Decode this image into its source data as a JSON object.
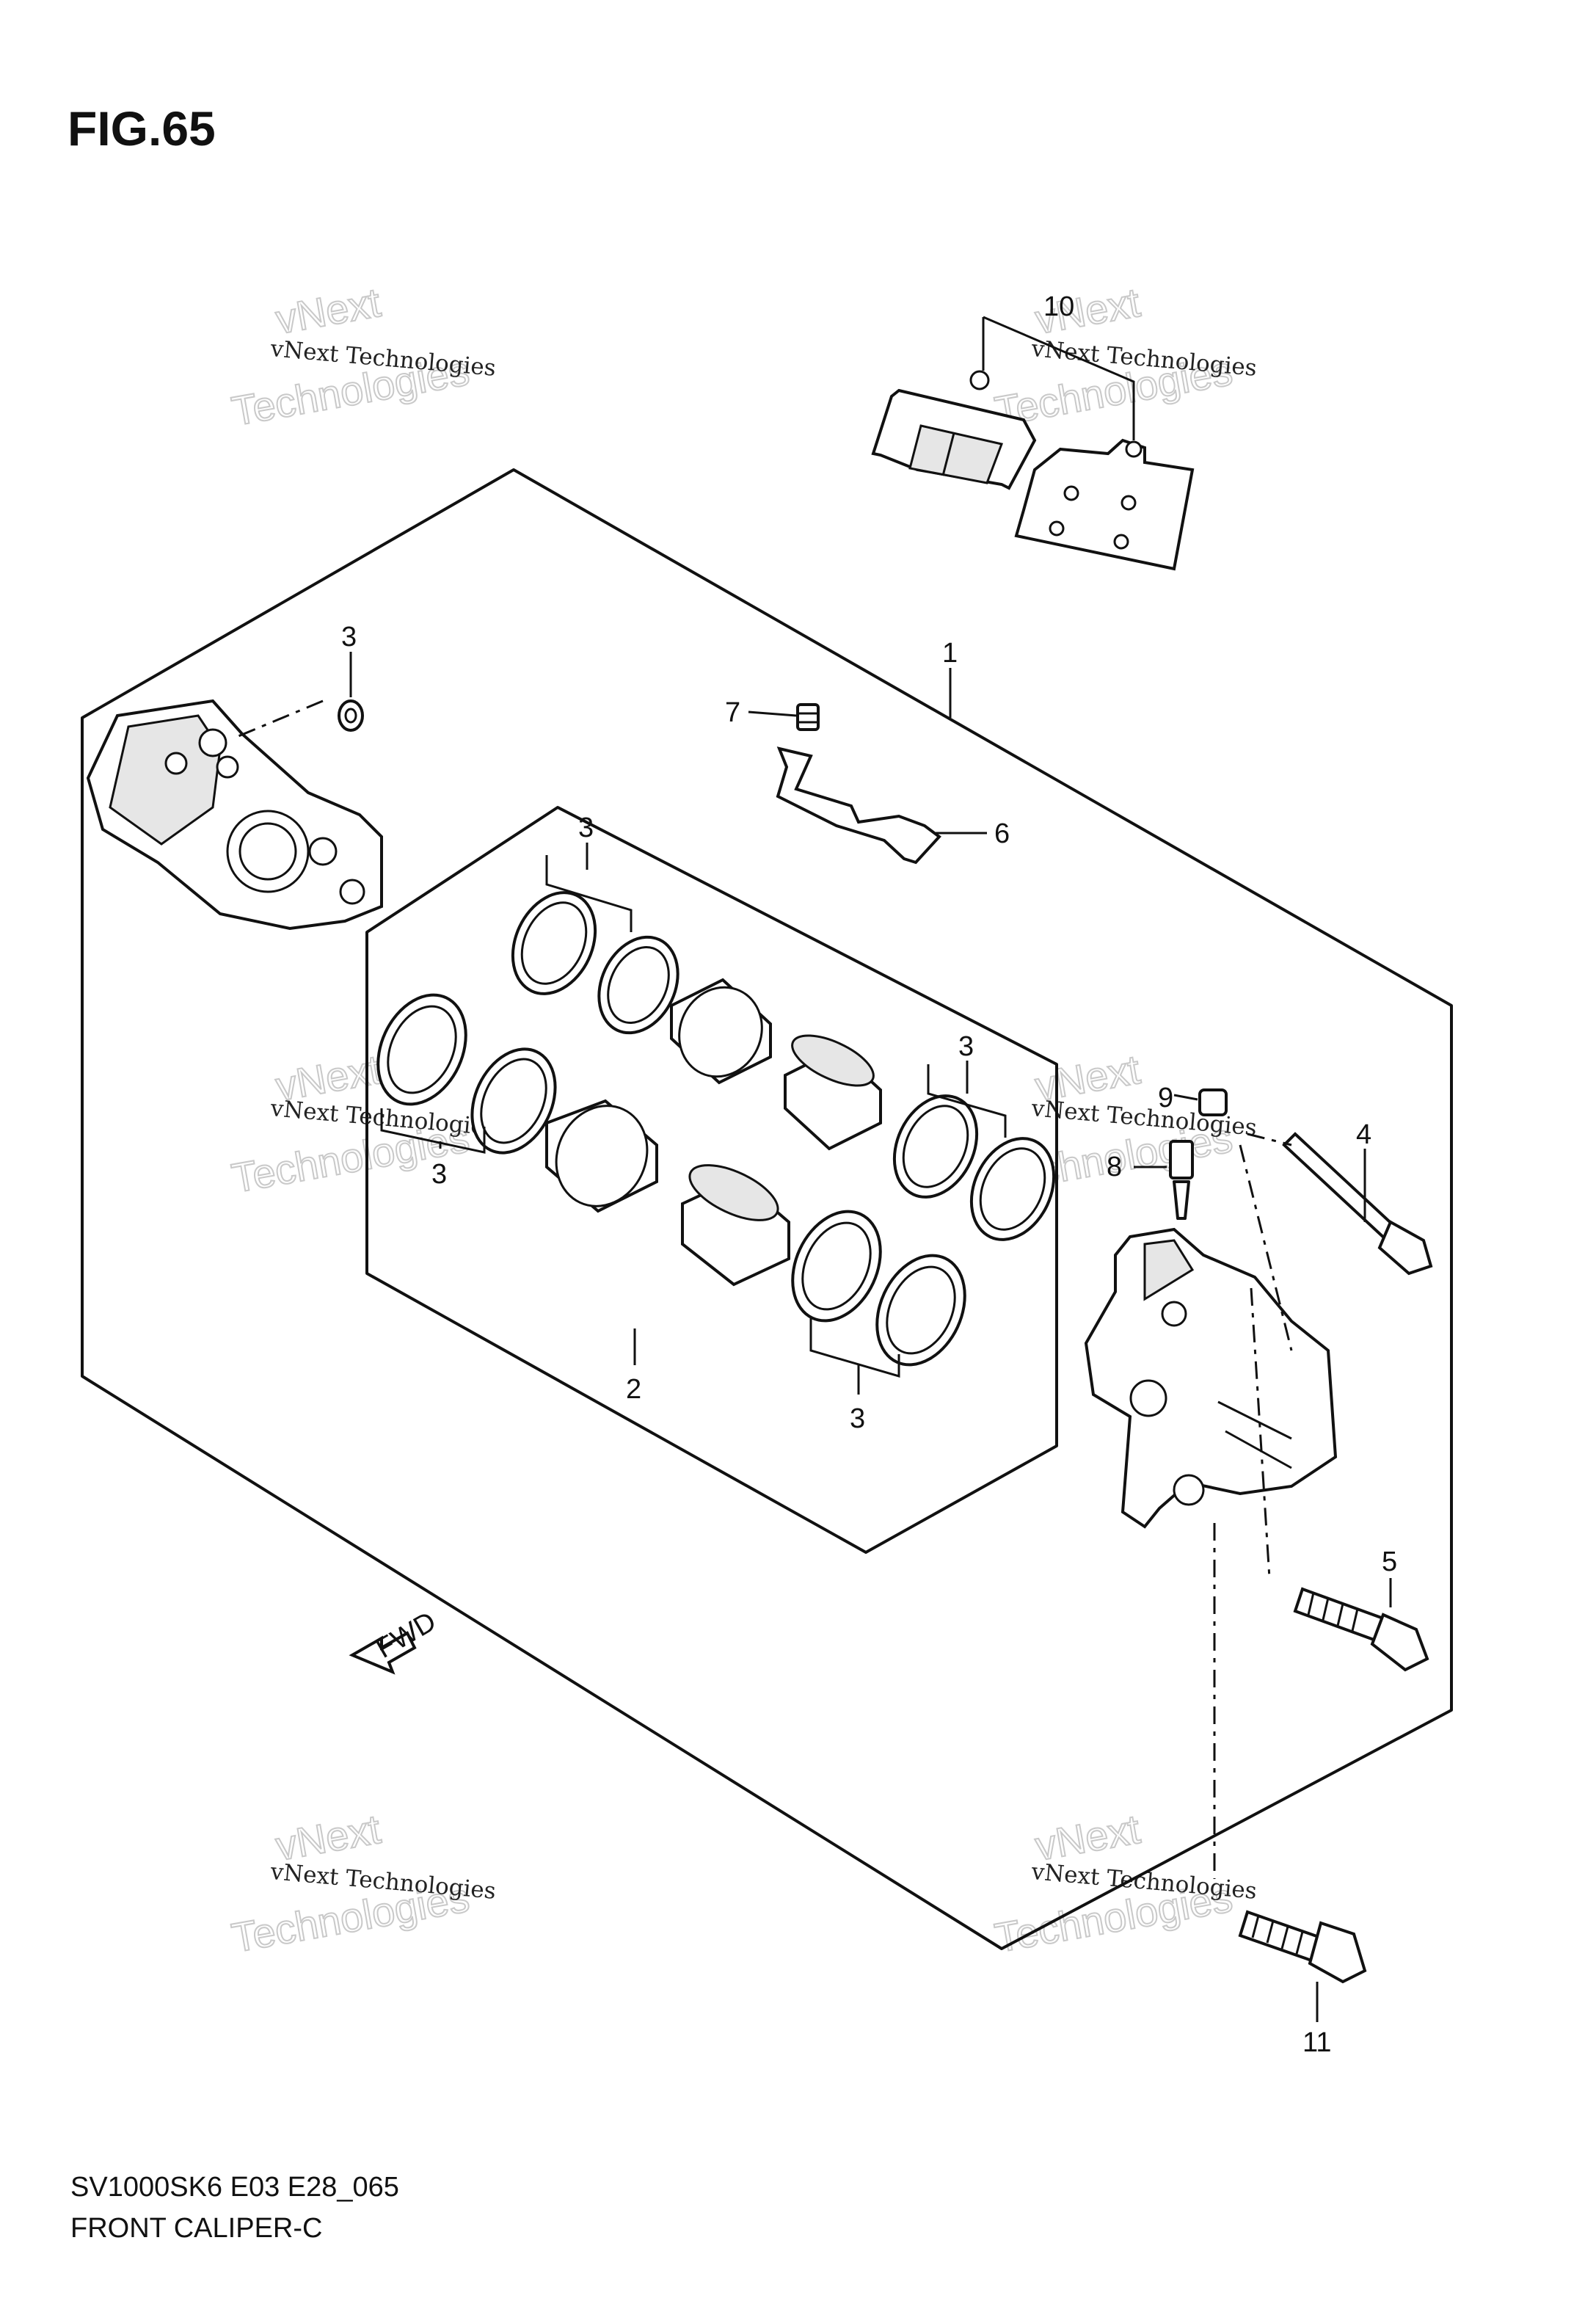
{
  "figure": {
    "title": "FIG.65",
    "model_code": "SV1000SK6 E03 E28_065",
    "caption": "FRONT CALIPER-C"
  },
  "callouts": {
    "c1": "1",
    "c2": "2",
    "c3": "3",
    "c4": "4",
    "c5": "5",
    "c6": "6",
    "c7": "7",
    "c8": "8",
    "c9": "9",
    "c10": "10",
    "c11": "11"
  },
  "direction_arrow": {
    "label": "FWD",
    "icon": "fwd-arrow-icon"
  },
  "watermark": {
    "line1": "vNext Technologies",
    "line2": "vNext",
    "line3": "Technologies"
  }
}
